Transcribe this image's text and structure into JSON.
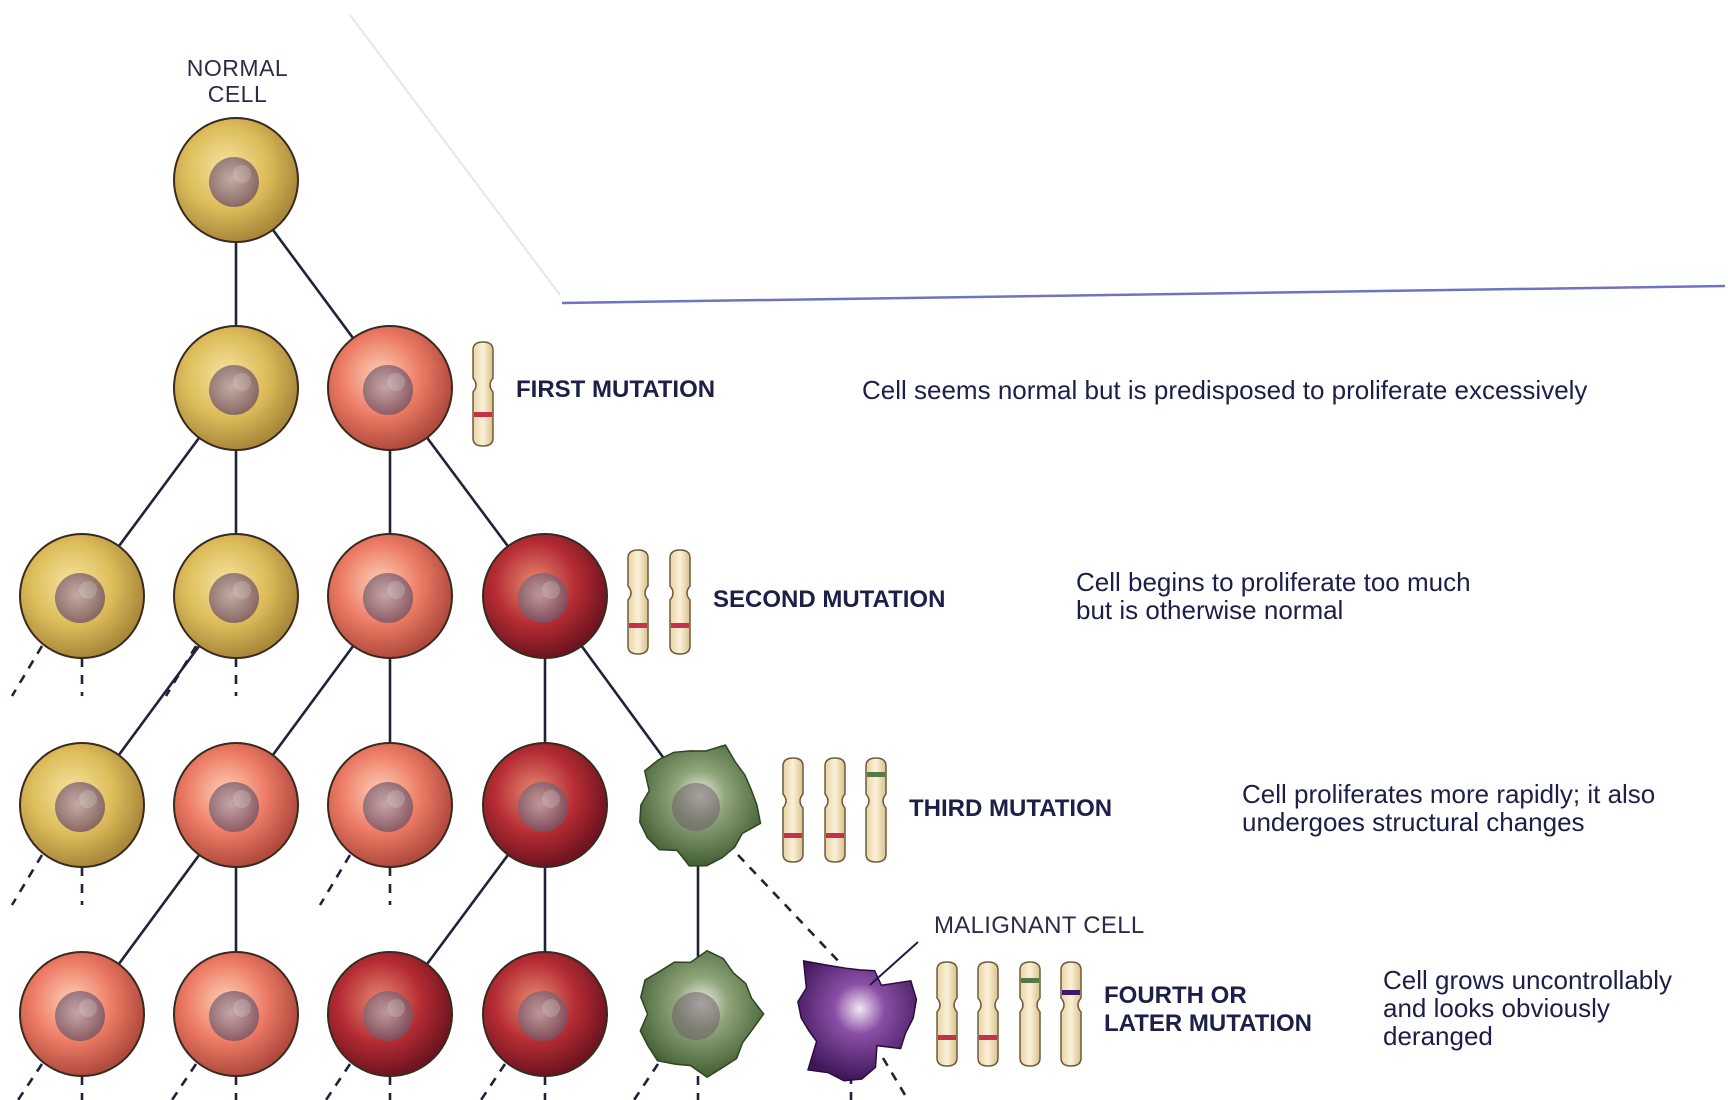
{
  "diagram": {
    "top_label_line1": "NORMAL",
    "top_label_line2": "CELL",
    "malignant_label": "MALIGNANT CELL",
    "stages": [
      {
        "label_line1": "FIRST MUTATION",
        "label_line2": "",
        "desc_line1": "Cell seems normal but is predisposed to proliferate excessively",
        "desc_line2": "",
        "desc_line3": ""
      },
      {
        "label_line1": "SECOND MUTATION",
        "label_line2": "",
        "desc_line1": "Cell begins to proliferate too much",
        "desc_line2": "but is otherwise normal",
        "desc_line3": ""
      },
      {
        "label_line1": "THIRD MUTATION",
        "label_line2": "",
        "desc_line1": "Cell proliferates more rapidly; it also",
        "desc_line2": "undergoes structural changes",
        "desc_line3": ""
      },
      {
        "label_line1": "FOURTH OR",
        "label_line2": "LATER MUTATION",
        "desc_line1": "Cell grows uncontrollably",
        "desc_line2": "and looks obviously",
        "desc_line3": "deranged"
      }
    ],
    "colors": {
      "normal": "#d8b64e",
      "first": "#e8715e",
      "second": "#b22a32",
      "third": "#5f7a45",
      "malignant": "#5a2a7a",
      "text": "#1c1f48"
    }
  }
}
